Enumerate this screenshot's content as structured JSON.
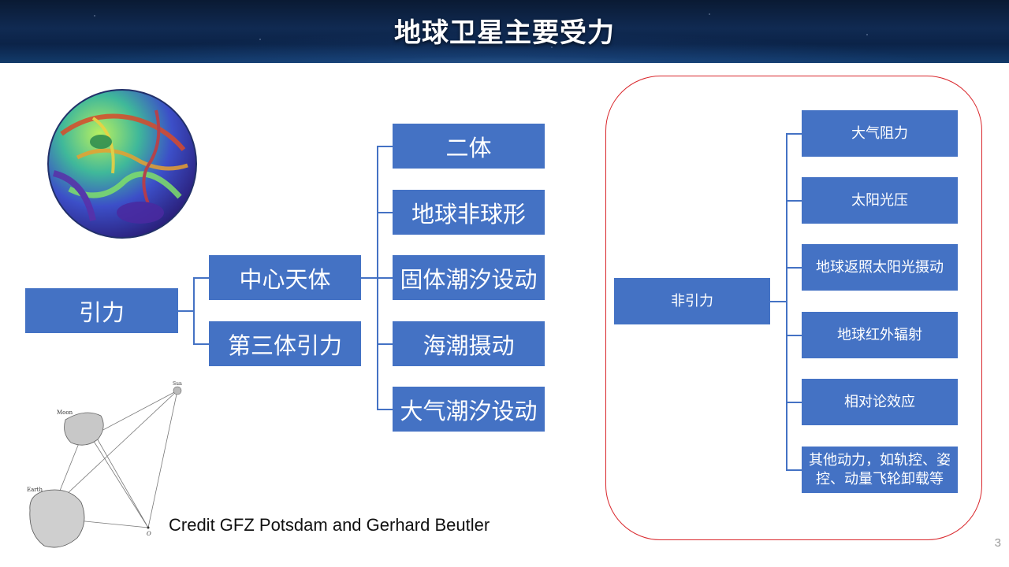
{
  "header": {
    "title": "地球卫星主要受力"
  },
  "gravity": {
    "root": "引力",
    "central": "中心天体",
    "third_body": "第三体引力",
    "central_children": [
      "二体",
      "地球非球形",
      "固体潮汐设动",
      "海潮摄动",
      "大气潮汐设动"
    ]
  },
  "non_gravity": {
    "root": "非引力",
    "children": [
      "大气阻力",
      "太阳光压",
      "地球返照太阳光摄动",
      "地球红外辐射",
      "相对论效应",
      "其他动力，如轨控、姿控、动量飞轮卸载等"
    ]
  },
  "figure": {
    "labels": {
      "sun": "Sun",
      "moon": "Moon",
      "earth": "Earth",
      "origin": "O"
    }
  },
  "credit": "Credit GFZ Potsdam and Gerhard Beutler",
  "page_number": "3"
}
